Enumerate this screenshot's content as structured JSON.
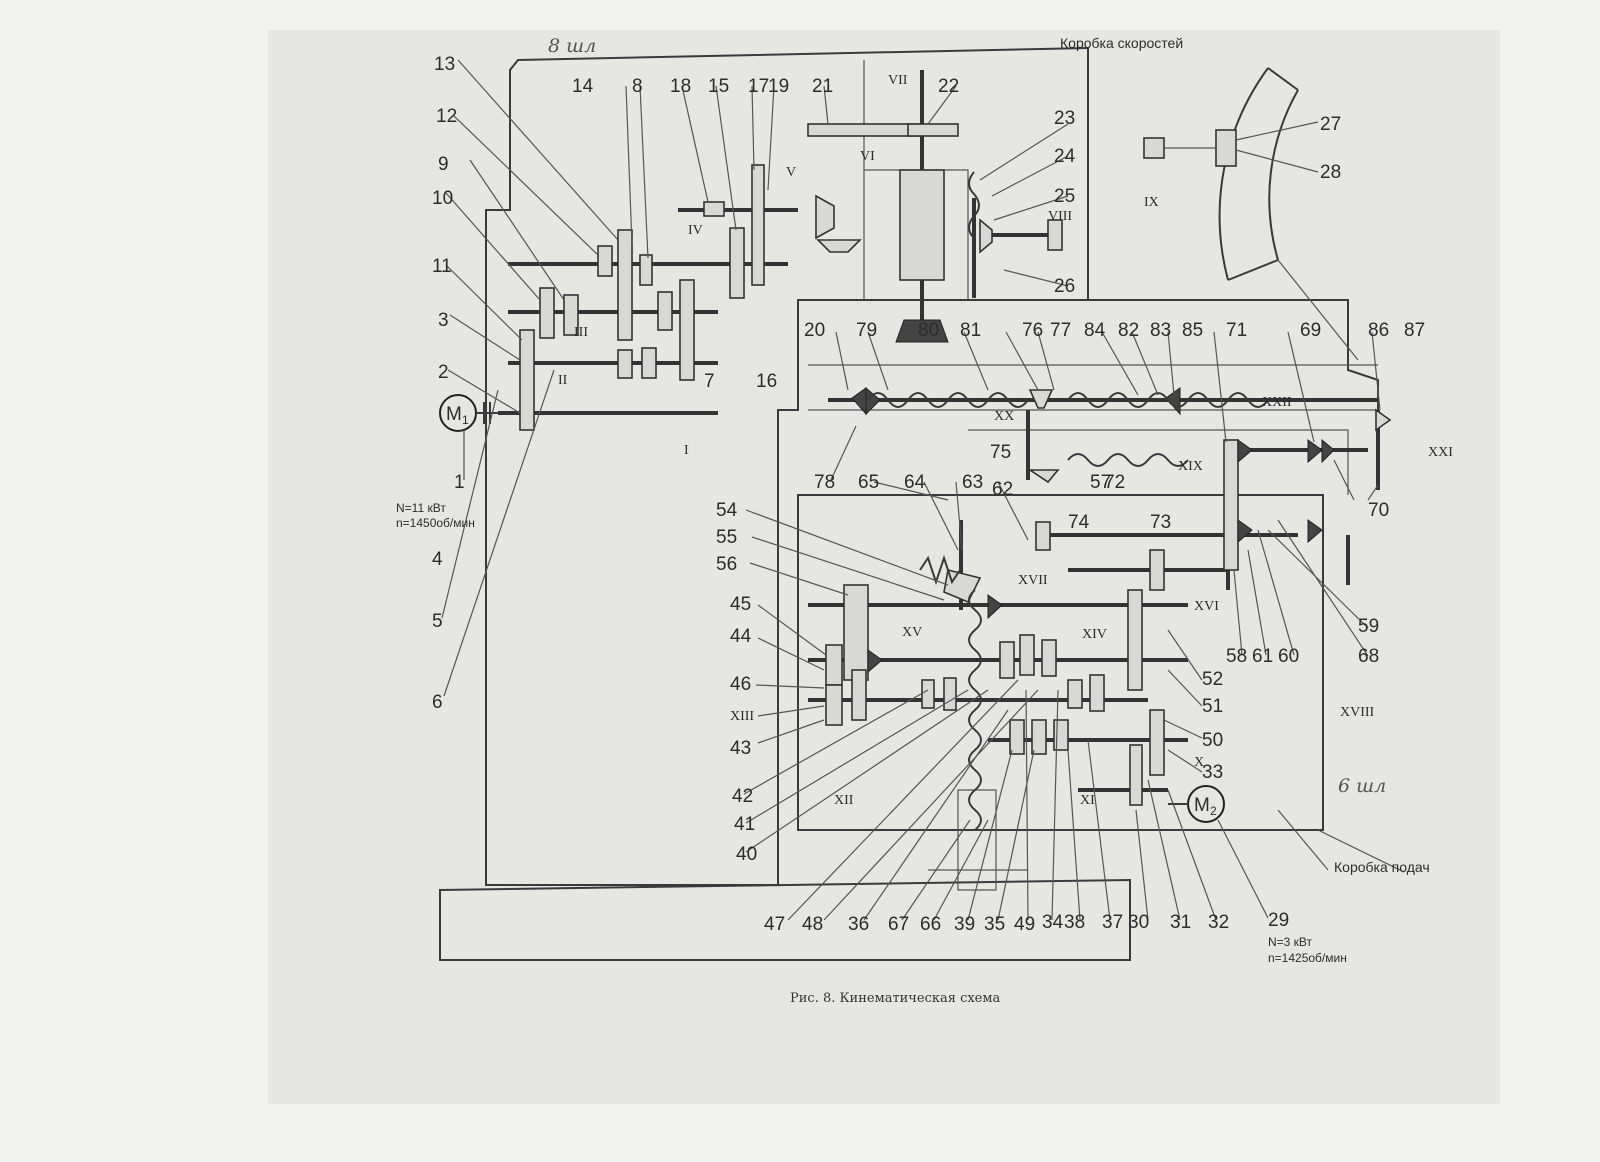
{
  "figure": {
    "caption": "Рис. 8. Кинематическая схема",
    "speed_box_title": "Коробка скоростей",
    "feed_box_title": "Коробка подач"
  },
  "motor1": {
    "label": "M",
    "sub": "1",
    "power": "N=11 кВт",
    "speed": "n=1450об/мин"
  },
  "motor2": {
    "label": "M",
    "sub": "2",
    "power": "N=3 кВт",
    "speed": "n=1425об/мин"
  },
  "handwritten": {
    "top": "8 шл",
    "right": "6 шл"
  },
  "part_numbers": [
    "1",
    "2",
    "3",
    "4",
    "5",
    "6",
    "7",
    "8",
    "9",
    "10",
    "11",
    "12",
    "13",
    "14",
    "15",
    "16",
    "17",
    "18",
    "19",
    "20",
    "21",
    "22",
    "23",
    "24",
    "25",
    "26",
    "27",
    "28",
    "29",
    "30",
    "31",
    "32",
    "33",
    "34",
    "35",
    "36",
    "37",
    "38",
    "39",
    "40",
    "41",
    "42",
    "43",
    "44",
    "45",
    "46",
    "47",
    "48",
    "49",
    "50",
    "51",
    "52",
    "54",
    "55",
    "56",
    "57",
    "58",
    "59",
    "60",
    "61",
    "62",
    "63",
    "64",
    "65",
    "66",
    "67",
    "68",
    "69",
    "70",
    "71",
    "72",
    "73",
    "74",
    "75",
    "76",
    "77",
    "78",
    "79",
    "80",
    "81",
    "82",
    "83",
    "84",
    "85",
    "86",
    "87"
  ],
  "shaft_labels": [
    "I",
    "II",
    "III",
    "IV",
    "V",
    "VI",
    "VII",
    "VIII",
    "IX",
    "X",
    "XI",
    "XII",
    "XIII",
    "XIV",
    "XV",
    "XVI",
    "XVII",
    "XVIII",
    "XIX",
    "XX",
    "XXI",
    "XXII"
  ]
}
